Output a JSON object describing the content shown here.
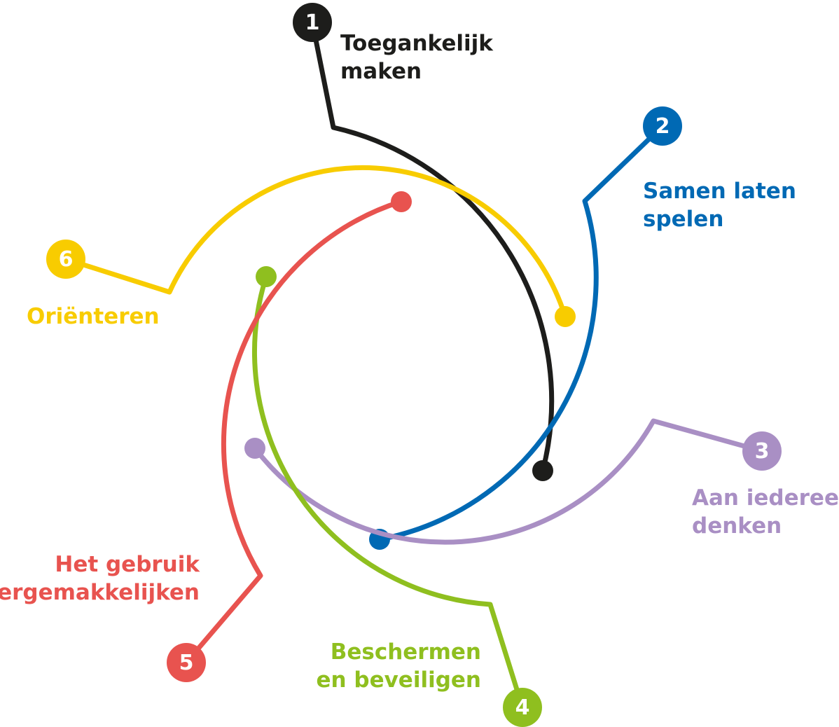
{
  "steps": [
    {
      "number": "1",
      "line1": "Toegankelijk",
      "line2": "maken",
      "color": "#1d1d1b"
    },
    {
      "number": "2",
      "line1": "Samen laten",
      "line2": "spelen",
      "color": "#0069b4"
    },
    {
      "number": "3",
      "line1": "Aan iedereen",
      "line2": "denken",
      "color": "#a98fc4"
    },
    {
      "number": "4",
      "line1": "Beschermen",
      "line2": "en beveiligen",
      "color": "#8fbf1f"
    },
    {
      "number": "5",
      "line1": "Het gebruik",
      "line2": "vergemakkelijken",
      "color": "#e8534f"
    },
    {
      "number": "6",
      "line1": "Oriënteren",
      "line2": "",
      "color": "#f8cc00"
    }
  ]
}
